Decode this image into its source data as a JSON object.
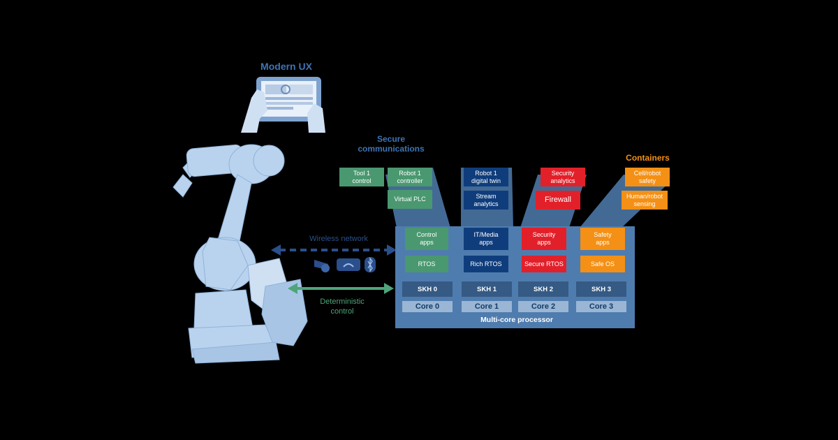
{
  "labels": {
    "modern_ux": "Modern UX",
    "secure_communications": "Secure\ncommunications",
    "containers": "Containers",
    "wireless_network": "Wireless network",
    "deterministic_control": "Deterministic\ncontrol",
    "multicore_processor": "Multi-core processor"
  },
  "columns": [
    {
      "color": "#4a9870",
      "top_boxes": [
        "Tool 1\ncontrol",
        "Robot 1\ncontroller",
        "Virtual PLC"
      ],
      "apps": "Control\napps",
      "os": "RTOS",
      "skh": "SKH 0",
      "core": "Core 0"
    },
    {
      "color": "#0f3d7c",
      "top_boxes": [
        "Robot 1\ndigital twin",
        "Stream\nanalytics"
      ],
      "apps": "IT/Media\napps",
      "os": "Rich RTOS",
      "skh": "SKH 1",
      "core": "Core 1"
    },
    {
      "color": "#e2202a",
      "top_boxes": [
        "Security\nanalytics",
        "Firewall"
      ],
      "apps": "Security\napps",
      "os": "Secure RTOS",
      "skh": "SKH 2",
      "core": "Core 2"
    },
    {
      "color": "#f49015",
      "top_boxes": [
        "Cell/robot\nsafety",
        "Human/robot\nsensing"
      ],
      "apps": "Safety\napps",
      "os": "Safe OS",
      "skh": "SKH 3",
      "core": "Core 3"
    }
  ],
  "colors": {
    "background": "#000000",
    "processor": "#4f7cae",
    "title_blue": "#3f74b4",
    "wireless_arrow": "#2b4f8c",
    "deterministic_arrow": "#4ea57a",
    "containers_orange": "#f49015",
    "robot_tint": "#b9d3ee"
  },
  "icons": [
    "robot-arm-image",
    "tablet-hands-image",
    "wireless-5g-icon",
    "wifi-icon",
    "bluetooth-icon"
  ]
}
